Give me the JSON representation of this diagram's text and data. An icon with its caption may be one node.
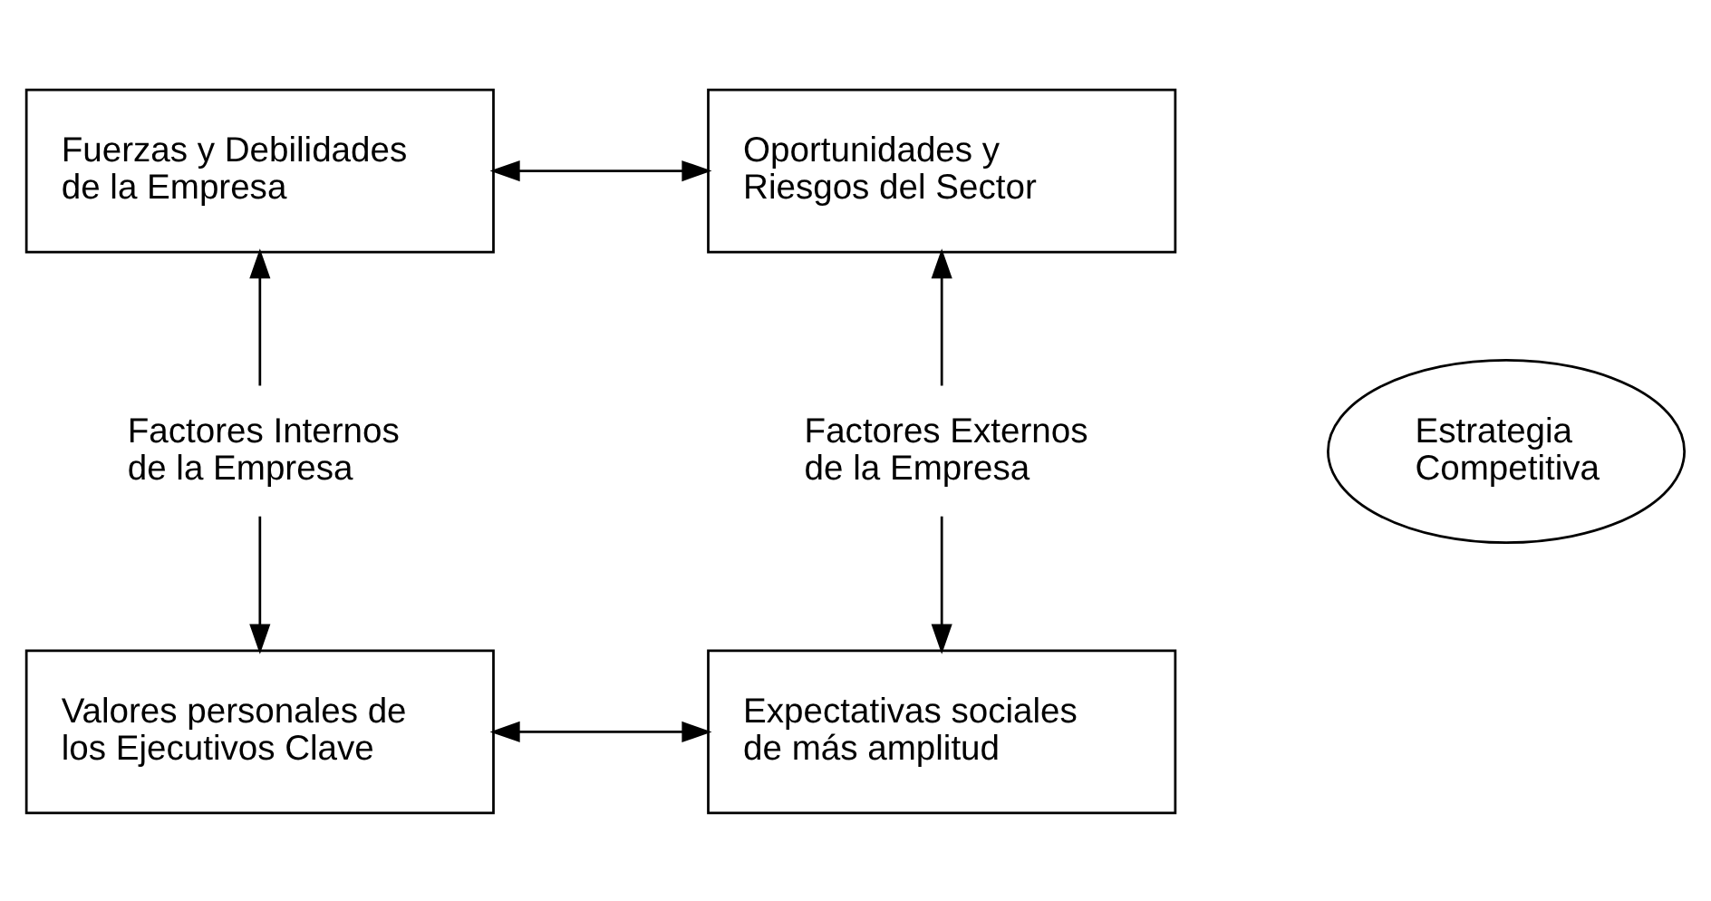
{
  "diagram": {
    "nodes": [
      {
        "text": [
          "Fuerzas y Debilidades de la Empresa"
        ]
      },
      {
        "text": [
          "Oportunidades y Riesgos del Sector"
        ]
      },
      {
        "text": [
          "Factores Internos de la Empresa"
        ]
      },
      {
        "text": [
          "Estrategia Competitiva"
        ]
      },
      {
        "text": [
          "Factores Externos de la Empresa"
        ]
      },
      {
        "text": [
          "Valores personales de los Ejecutivos Clave"
        ]
      },
      {
        "text": [
          "Expectativas sociales de más amplitud"
        ]
      }
    ],
    "edges": [
      {
        "from": 0,
        "to": 1,
        "arrow": "both"
      },
      {
        "from": 2,
        "to": 0,
        "arrow": "to"
      },
      {
        "from": 2,
        "to": 5,
        "arrow": "to"
      },
      {
        "from": 4,
        "to": 1,
        "arrow": "to"
      },
      {
        "from": 4,
        "to": 6,
        "arrow": "to"
      },
      {
        "from": 5,
        "to": 6,
        "arrow": "both"
      }
    ]
  }
}
